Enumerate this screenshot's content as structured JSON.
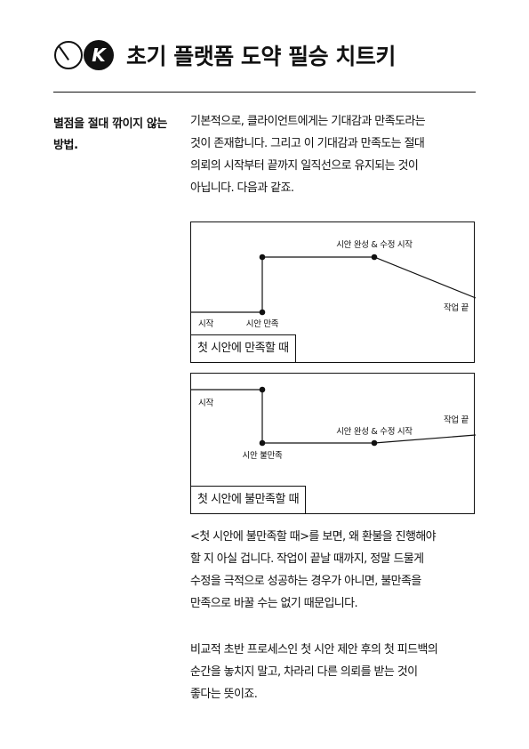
{
  "header": {
    "logo_letter": "K",
    "title": "초기 플랫폼 도약 필승 치트키"
  },
  "side_heading": [
    "별점을 절대 깎이지 않는",
    "방법."
  ],
  "intro": [
    "기본적으로, 클라이언트에게는 기대감과 만족도라는",
    "것이 존재합니다. 그리고 이 기대감과 만족도는 절대",
    "의뢰의 시작부터 끝까지 일직선으로 유지되는 것이",
    "아닙니다. 다음과 같죠."
  ],
  "charts": [
    {
      "caption": "첫 시안에 만족할 때",
      "labels": {
        "start": "시작",
        "draft": "시안 만족",
        "revision": "시안 완성 & 수정 시작",
        "end": "작업 끝"
      }
    },
    {
      "caption": "첫 시안에 불만족할 때",
      "labels": {
        "start": "시작",
        "draft": "시안 불만족",
        "revision": "시안 완성 & 수정 시작",
        "end": "작업 끝"
      }
    }
  ],
  "body_after": [
    "<첫 시안에 불만족할 때>를 보면, 왜 환불을 진행해야",
    "할 지 아실 겁니다. 작업이 끝날 때까지, 정말 드물게",
    "수정을 극적으로 성공하는 경우가 아니면, 불만족을",
    "만족으로 바꿀 수는 없기 때문입니다."
  ],
  "closing": [
    "비교적 초반 프로세스인 첫 시안 제안 후의 첫 피드백의",
    "순간을 놓치지 말고, 차라리 다른 의뢰를 받는 것이",
    "좋다는 뜻이죠."
  ]
}
